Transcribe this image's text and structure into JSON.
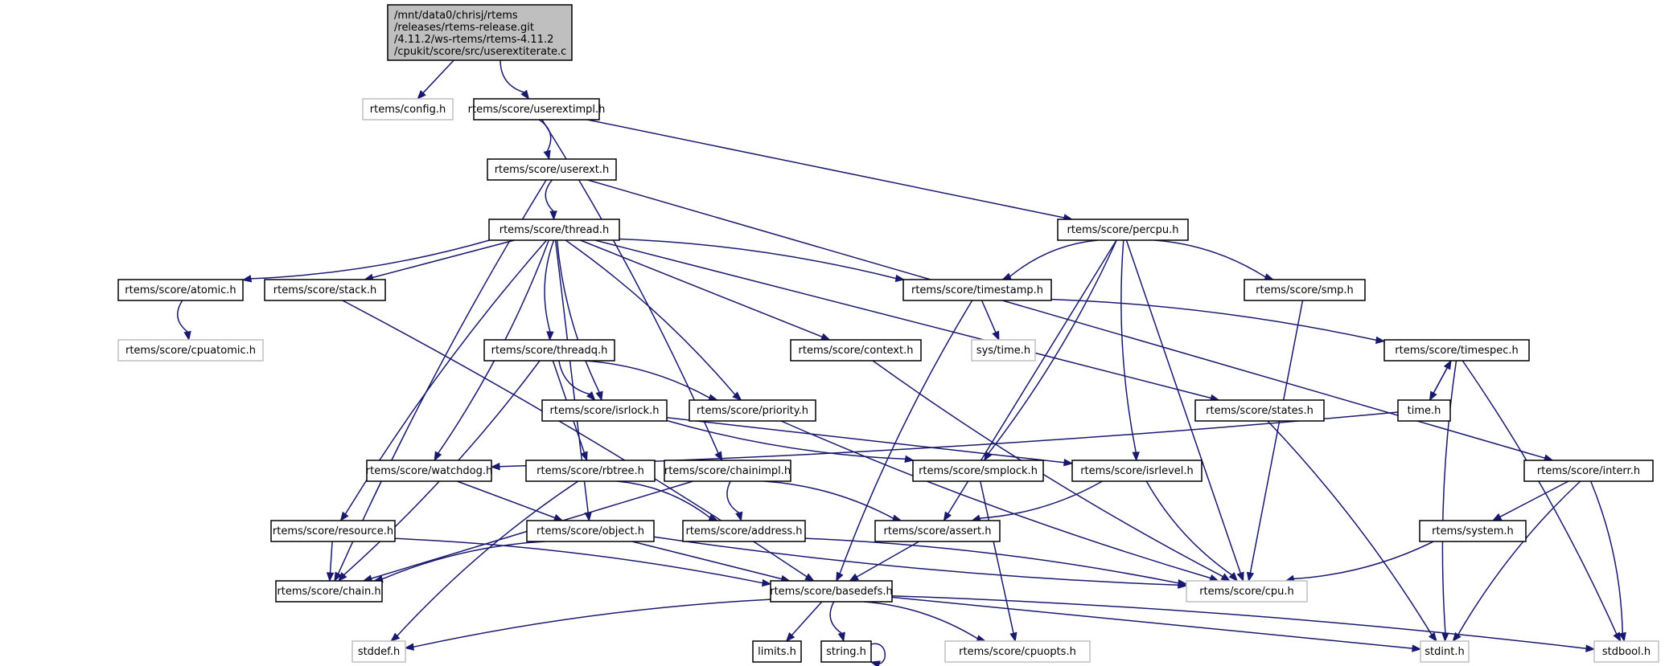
{
  "title": "Include dependency graph for userextiterate.c",
  "colors": {
    "edge": "#191970",
    "root_fill": "#bfbfbf",
    "local_border": "#000000",
    "external_border": "#bfbfbf"
  },
  "nodes": [
    {
      "id": "root",
      "kind": "root",
      "lines": [
        "/mnt/data0/chrisj/rtems",
        "/releases/rtems-release.git",
        "/4.11.2/ws-rtems/rtems-4.11.2",
        "/cpukit/score/src/userextiterate.c"
      ]
    },
    {
      "id": "config",
      "kind": "external",
      "label": "rtems/config.h"
    },
    {
      "id": "userextimpl",
      "kind": "local",
      "label": "rtems/score/userextimpl.h"
    },
    {
      "id": "userext",
      "kind": "local",
      "label": "rtems/score/userext.h"
    },
    {
      "id": "thread",
      "kind": "local",
      "label": "rtems/score/thread.h"
    },
    {
      "id": "percpu",
      "kind": "local",
      "label": "rtems/score/percpu.h"
    },
    {
      "id": "atomic",
      "kind": "local",
      "label": "rtems/score/atomic.h"
    },
    {
      "id": "stack",
      "kind": "local",
      "label": "rtems/score/stack.h"
    },
    {
      "id": "timestamp",
      "kind": "local",
      "label": "rtems/score/timestamp.h"
    },
    {
      "id": "smp",
      "kind": "local",
      "label": "rtems/score/smp.h"
    },
    {
      "id": "cpuatomic",
      "kind": "external",
      "label": "rtems/score/cpuatomic.h"
    },
    {
      "id": "threadq",
      "kind": "local",
      "label": "rtems/score/threadq.h"
    },
    {
      "id": "context",
      "kind": "local",
      "label": "rtems/score/context.h"
    },
    {
      "id": "systime",
      "kind": "external",
      "label": "sys/time.h"
    },
    {
      "id": "timespec",
      "kind": "local",
      "label": "rtems/score/timespec.h"
    },
    {
      "id": "isrlock",
      "kind": "local",
      "label": "rtems/score/isrlock.h"
    },
    {
      "id": "priority",
      "kind": "local",
      "label": "rtems/score/priority.h"
    },
    {
      "id": "states",
      "kind": "local",
      "label": "rtems/score/states.h"
    },
    {
      "id": "timeh",
      "kind": "local",
      "label": "time.h"
    },
    {
      "id": "watchdog",
      "kind": "local",
      "label": "rtems/score/watchdog.h"
    },
    {
      "id": "rbtree",
      "kind": "local",
      "label": "rtems/score/rbtree.h"
    },
    {
      "id": "chainimpl",
      "kind": "local",
      "label": "rtems/score/chainimpl.h"
    },
    {
      "id": "smplock",
      "kind": "local",
      "label": "rtems/score/smplock.h"
    },
    {
      "id": "isrlevel",
      "kind": "local",
      "label": "rtems/score/isrlevel.h"
    },
    {
      "id": "interr",
      "kind": "local",
      "label": "rtems/score/interr.h"
    },
    {
      "id": "resource",
      "kind": "local",
      "label": "rtems/score/resource.h"
    },
    {
      "id": "object",
      "kind": "local",
      "label": "rtems/score/object.h"
    },
    {
      "id": "address",
      "kind": "local",
      "label": "rtems/score/address.h"
    },
    {
      "id": "assert",
      "kind": "local",
      "label": "rtems/score/assert.h"
    },
    {
      "id": "system",
      "kind": "local",
      "label": "rtems/system.h"
    },
    {
      "id": "chain",
      "kind": "local",
      "label": "rtems/score/chain.h"
    },
    {
      "id": "basedefs",
      "kind": "local",
      "label": "rtems/score/basedefs.h"
    },
    {
      "id": "cpu",
      "kind": "external",
      "label": "rtems/score/cpu.h"
    },
    {
      "id": "stddef",
      "kind": "external",
      "label": "stddef.h"
    },
    {
      "id": "limits",
      "kind": "local",
      "label": "limits.h"
    },
    {
      "id": "string",
      "kind": "local",
      "label": "string.h"
    },
    {
      "id": "cpuopts",
      "kind": "external",
      "label": "rtems/score/cpuopts.h"
    },
    {
      "id": "stdint",
      "kind": "external",
      "label": "stdint.h"
    },
    {
      "id": "stdbool",
      "kind": "external",
      "label": "stdbool.h"
    }
  ],
  "edges": [
    [
      "root",
      "config"
    ],
    [
      "root",
      "userextimpl"
    ],
    [
      "userextimpl",
      "userext"
    ],
    [
      "userextimpl",
      "percpu"
    ],
    [
      "userextimpl",
      "chainimpl"
    ],
    [
      "userext",
      "thread"
    ],
    [
      "userext",
      "interr"
    ],
    [
      "userext",
      "chain"
    ],
    [
      "thread",
      "atomic"
    ],
    [
      "thread",
      "stack"
    ],
    [
      "thread",
      "timestamp"
    ],
    [
      "thread",
      "threadq"
    ],
    [
      "thread",
      "context"
    ],
    [
      "thread",
      "isrlock"
    ],
    [
      "thread",
      "priority"
    ],
    [
      "thread",
      "states"
    ],
    [
      "thread",
      "watchdog"
    ],
    [
      "thread",
      "resource"
    ],
    [
      "thread",
      "object"
    ],
    [
      "percpu",
      "timestamp"
    ],
    [
      "percpu",
      "smp"
    ],
    [
      "percpu",
      "cpu"
    ],
    [
      "percpu",
      "smplock"
    ],
    [
      "percpu",
      "isrlevel"
    ],
    [
      "percpu",
      "assert"
    ],
    [
      "atomic",
      "cpuatomic"
    ],
    [
      "stack",
      "basedefs"
    ],
    [
      "timestamp",
      "systime"
    ],
    [
      "timestamp",
      "timespec"
    ],
    [
      "timestamp",
      "basedefs"
    ],
    [
      "smp",
      "cpu"
    ],
    [
      "threadq",
      "isrlock"
    ],
    [
      "threadq",
      "priority"
    ],
    [
      "threadq",
      "rbtree"
    ],
    [
      "threadq",
      "chain"
    ],
    [
      "context",
      "cpu"
    ],
    [
      "timespec",
      "timeh"
    ],
    [
      "timespec",
      "stdint"
    ],
    [
      "timespec",
      "stdbool"
    ],
    [
      "timeh",
      "timespec"
    ],
    [
      "timeh",
      "watchdog"
    ],
    [
      "isrlock",
      "smplock"
    ],
    [
      "isrlock",
      "isrlevel"
    ],
    [
      "priority",
      "cpu"
    ],
    [
      "states",
      "stdint"
    ],
    [
      "watchdog",
      "object"
    ],
    [
      "rbtree",
      "address"
    ],
    [
      "rbtree",
      "stddef"
    ],
    [
      "chainimpl",
      "chain"
    ],
    [
      "chainimpl",
      "address"
    ],
    [
      "chainimpl",
      "assert"
    ],
    [
      "smplock",
      "cpuopts"
    ],
    [
      "isrlevel",
      "assert"
    ],
    [
      "isrlevel",
      "cpu"
    ],
    [
      "interr",
      "system"
    ],
    [
      "interr",
      "stdint"
    ],
    [
      "interr",
      "stdbool"
    ],
    [
      "resource",
      "chain"
    ],
    [
      "resource",
      "basedefs"
    ],
    [
      "object",
      "chain"
    ],
    [
      "object",
      "basedefs"
    ],
    [
      "object",
      "cpu"
    ],
    [
      "address",
      "cpu"
    ],
    [
      "assert",
      "basedefs"
    ],
    [
      "system",
      "cpu"
    ],
    [
      "basedefs",
      "stddef"
    ],
    [
      "basedefs",
      "limits"
    ],
    [
      "basedefs",
      "string"
    ],
    [
      "basedefs",
      "cpuopts"
    ],
    [
      "basedefs",
      "stdint"
    ],
    [
      "basedefs",
      "stdbool"
    ],
    [
      "string",
      "string"
    ]
  ]
}
